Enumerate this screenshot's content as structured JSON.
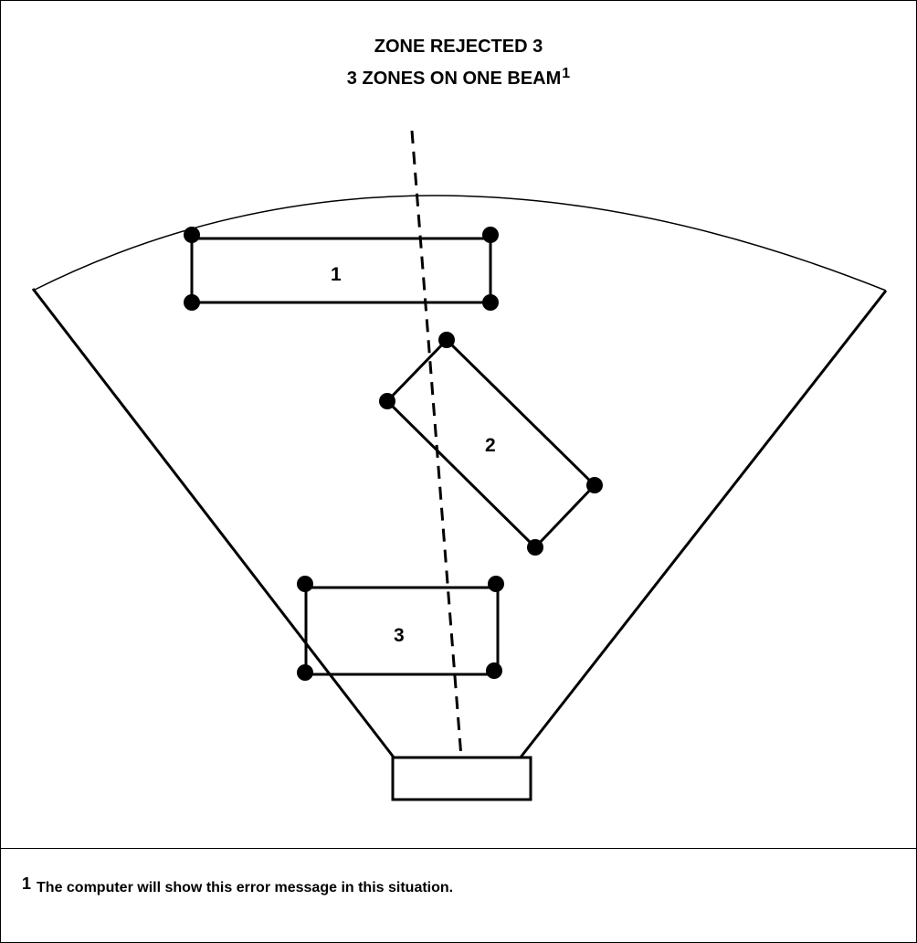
{
  "title": {
    "line1": "ZONE REJECTED 3",
    "line2": "3 ZONES ON ONE BEAM",
    "line2_superscript": "1"
  },
  "zones": [
    {
      "label": "1"
    },
    {
      "label": "2"
    },
    {
      "label": "3"
    }
  ],
  "footnote": {
    "marker": "1",
    "text": "The computer will show this error message in this situation."
  }
}
